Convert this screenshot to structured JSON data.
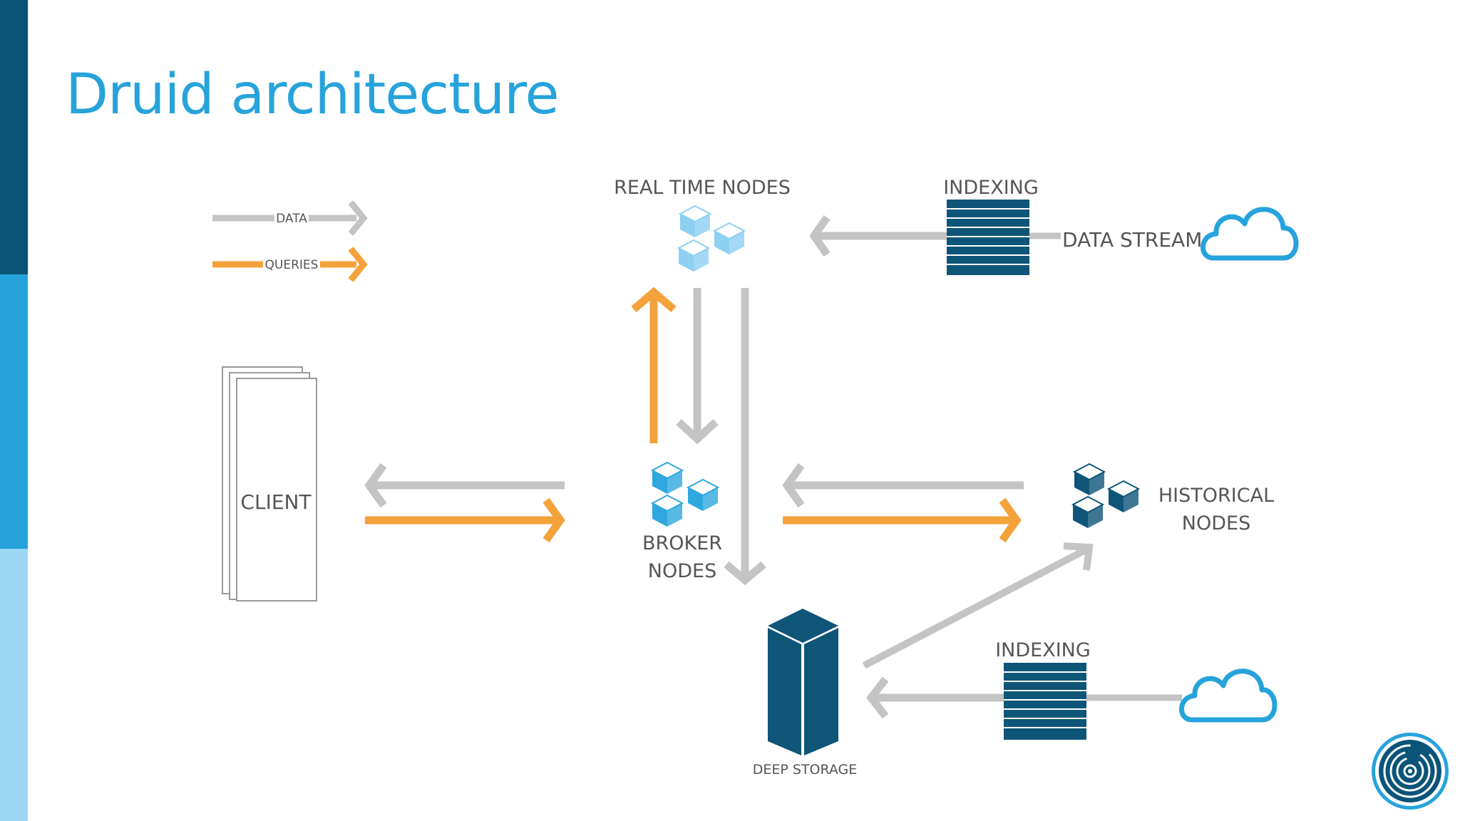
{
  "colors": {
    "sidebar_top": "#0a5478",
    "sidebar_mid": "#27a3dc",
    "sidebar_bottom": "#9dd6f4",
    "title": "#27a3dc",
    "data_arrow": "#c4c4c4",
    "query_arrow": "#f4a23b",
    "dark_node": "#0e5578",
    "light_node": "#8dd0f2",
    "mid_node": "#2ea8de",
    "cloud": "#27a3dc",
    "label": "#555555"
  },
  "title": "Druid architecture",
  "legend": {
    "data_label": "DATA",
    "queries_label": "QUERIES"
  },
  "nodes": {
    "client": "CLIENT",
    "real_time": "REAL TIME NODES",
    "broker_line1": "BROKER",
    "broker_line2": "NODES",
    "historical_line1": "HISTORICAL",
    "historical_line2": "NODES",
    "deep_storage": "DEEP STORAGE",
    "indexing_top": "INDEXING",
    "indexing_bottom": "INDEXING",
    "data_stream": "DATA STREAM"
  },
  "icons": [
    "cubes-icon",
    "cloud-icon",
    "server-rack-icon",
    "documents-icon",
    "server-tower-icon",
    "logo-icon"
  ]
}
